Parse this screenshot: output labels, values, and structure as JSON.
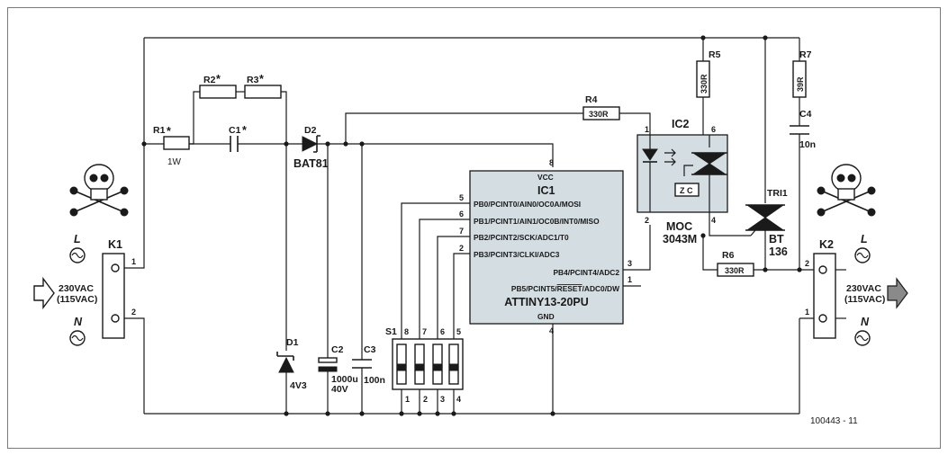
{
  "left_terminal": {
    "label": "K1",
    "pin1": "1",
    "pin2": "2",
    "line": "L",
    "neutral": "N",
    "voltage": "230VAC",
    "voltage_alt": "(115VAC)"
  },
  "right_terminal": {
    "label": "K2",
    "pin1": "1",
    "pin2": "2",
    "line": "L",
    "neutral": "N",
    "voltage": "230VAC",
    "voltage_alt": "(115VAC)"
  },
  "components": {
    "r1": {
      "ref": "R1",
      "mark": "*",
      "value": "1W"
    },
    "r2": {
      "ref": "R2",
      "mark": "*"
    },
    "r3": {
      "ref": "R3",
      "mark": "*"
    },
    "c1": {
      "ref": "C1",
      "mark": "*"
    },
    "d2": {
      "ref": "D2",
      "value": "BAT81"
    },
    "d1": {
      "ref": "D1",
      "value": "4V3"
    },
    "c2": {
      "ref": "C2",
      "value": "1000u",
      "value2": "40V"
    },
    "c3": {
      "ref": "C3",
      "value": "100n"
    },
    "r4": {
      "ref": "R4",
      "value": "330R"
    },
    "r5": {
      "ref": "R5",
      "value": "330R"
    },
    "r6": {
      "ref": "R6",
      "value": "330R"
    },
    "r7": {
      "ref": "R7",
      "value": "39R"
    },
    "c4": {
      "ref": "C4",
      "value": "10n"
    },
    "tri1": {
      "ref": "TRI1",
      "value": "BT",
      "value2": "136"
    },
    "s1": {
      "ref": "S1",
      "top_pins": [
        "8",
        "7",
        "6",
        "5"
      ],
      "bottom_pins": [
        "1",
        "2",
        "3",
        "4"
      ]
    }
  },
  "ic1": {
    "ref": "IC1",
    "part": "ATTINY13-20PU",
    "vcc": "VCC",
    "gnd": "GND",
    "pins": [
      {
        "num": "5",
        "name": "PB0/PCINT0/AIN0/OC0A/MOSI"
      },
      {
        "num": "6",
        "name": "PB1/PCINT1/AIN1/OC0B/INT0/MISO"
      },
      {
        "num": "7",
        "name": "PB2/PCINT2/SCK/ADC1/T0"
      },
      {
        "num": "2",
        "name": "PB3/PCINT3/CLKI/ADC3"
      }
    ],
    "right_pins": [
      {
        "num": "3",
        "name": "PB4/PCINT4/ADC2"
      },
      {
        "num": "1",
        "name_pre": "PB5/PCINT5/",
        "name_over": "RESET",
        "name_post": "/ADC0/DW"
      }
    ],
    "vcc_pin": "8",
    "gnd_pin": "4"
  },
  "ic2": {
    "ref": "IC2",
    "part": "MOC",
    "part2": "3043M",
    "zc": "Z C",
    "pins": [
      "1",
      "2",
      "6",
      "4"
    ]
  },
  "figure_id": "100443 - 11"
}
